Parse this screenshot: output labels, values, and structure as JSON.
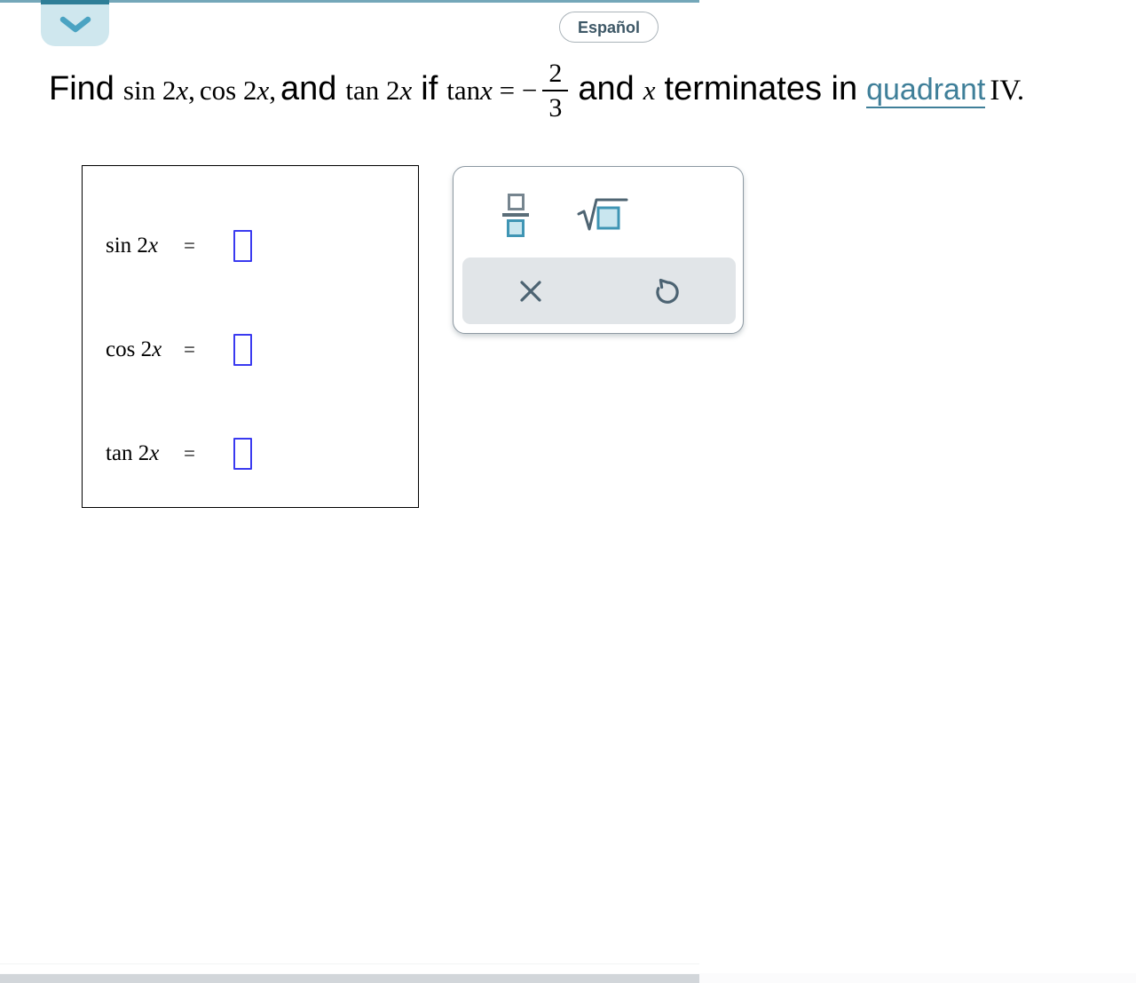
{
  "header": {
    "collapse_icon": "chevron-down-icon",
    "language_button_label": "Español"
  },
  "problem": {
    "word_find": "Find",
    "expr_sin": "sin 2",
    "expr_cos": "cos 2",
    "expr_tan": "tan 2",
    "var_x": "x",
    "comma": ",",
    "word_and_1": "and",
    "word_if": "if",
    "fn_tan": "tan",
    "equals": "=",
    "minus": "−",
    "fraction": {
      "numerator": "2",
      "denominator": "3"
    },
    "word_and_2": "and",
    "word_terminates": "terminates in",
    "link_quadrant": "quadrant",
    "quadrant_numeral": "IV."
  },
  "answer_box": {
    "rows": [
      {
        "fn": "sin 2",
        "var": "x",
        "equals": "="
      },
      {
        "fn": "cos 2",
        "var": "x",
        "equals": "="
      },
      {
        "fn": "tan 2",
        "var": "x",
        "equals": "="
      }
    ]
  },
  "toolbar": {
    "buttons": [
      {
        "icon": "fraction-template-icon"
      },
      {
        "icon": "sqrt-template-icon"
      }
    ],
    "actions": [
      {
        "icon": "clear-x-icon"
      },
      {
        "icon": "undo-icon"
      }
    ]
  },
  "colors": {
    "accent_teal": "#2e7e97",
    "tab_background": "#cfe7ee",
    "chevron": "#4aa3c2",
    "top_line": "#74a7b9",
    "dictionary_link": "#3f7f99",
    "input_border_blue": "#3a3af0",
    "icon_slate": "#4c6372",
    "icon_teal_border": "#3f95b4",
    "icon_teal_fill": "#c9e6ef",
    "action_bar_gray": "#e1e5e8",
    "scrollbar_thumb": "#d2d6da"
  }
}
